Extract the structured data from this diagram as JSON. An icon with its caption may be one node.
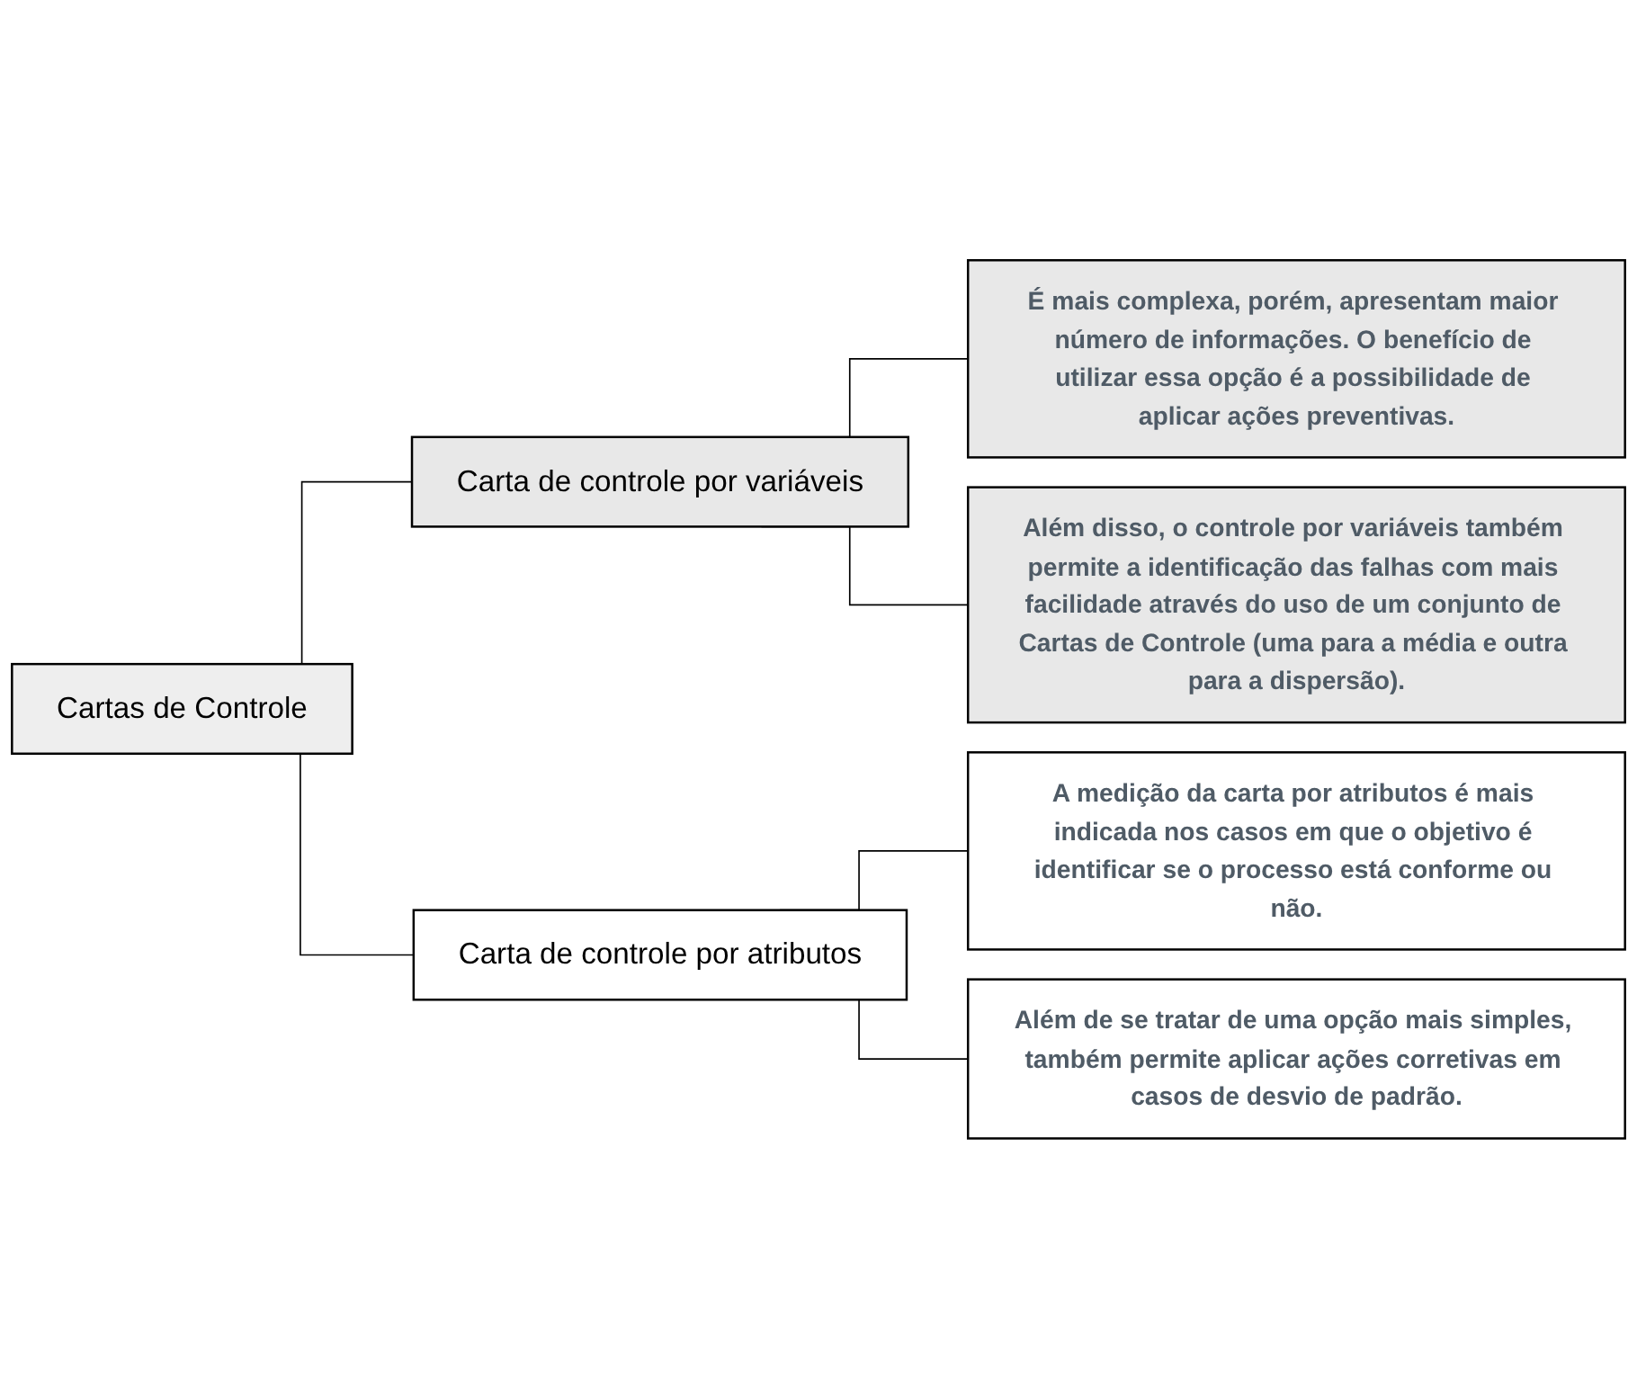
{
  "diagram": {
    "nodes": [
      {
        "text": [
          "Cartas de Controle"
        ]
      },
      {
        "text": [
          "Carta de controle por variáveis"
        ]
      },
      {
        "text": [
          "É mais complexa, porém, apresentam maior número de informações. O benefício de utilizar essa opção é a possibilidade de aplicar ações preventivas."
        ]
      },
      {
        "text": [
          "Além disso, o controle por variáveis também permite a identificação das falhas com mais facilidade através do uso de um conjunto de Cartas de Controle (uma para a média e outra para a dispersão)."
        ]
      },
      {
        "text": [
          "Carta de controle por atributos"
        ]
      },
      {
        "text": [
          "A medição da carta por atributos é mais indicada nos casos em que o objetivo é identificar se o processo está conforme ou não."
        ]
      },
      {
        "text": [
          "Além de se tratar de uma opção mais simples, também permite aplicar ações corretivas em casos de desvio de padrão."
        ]
      }
    ],
    "edges": [
      {
        "from": 0,
        "to": 1,
        "arrow": "none"
      },
      {
        "from": 1,
        "to": 2,
        "arrow": "none"
      },
      {
        "from": 1,
        "to": 3,
        "arrow": "none"
      },
      {
        "from": 0,
        "to": 4,
        "arrow": "none"
      },
      {
        "from": 4,
        "to": 5,
        "arrow": "none"
      },
      {
        "from": 4,
        "to": 6,
        "arrow": "none"
      }
    ]
  }
}
